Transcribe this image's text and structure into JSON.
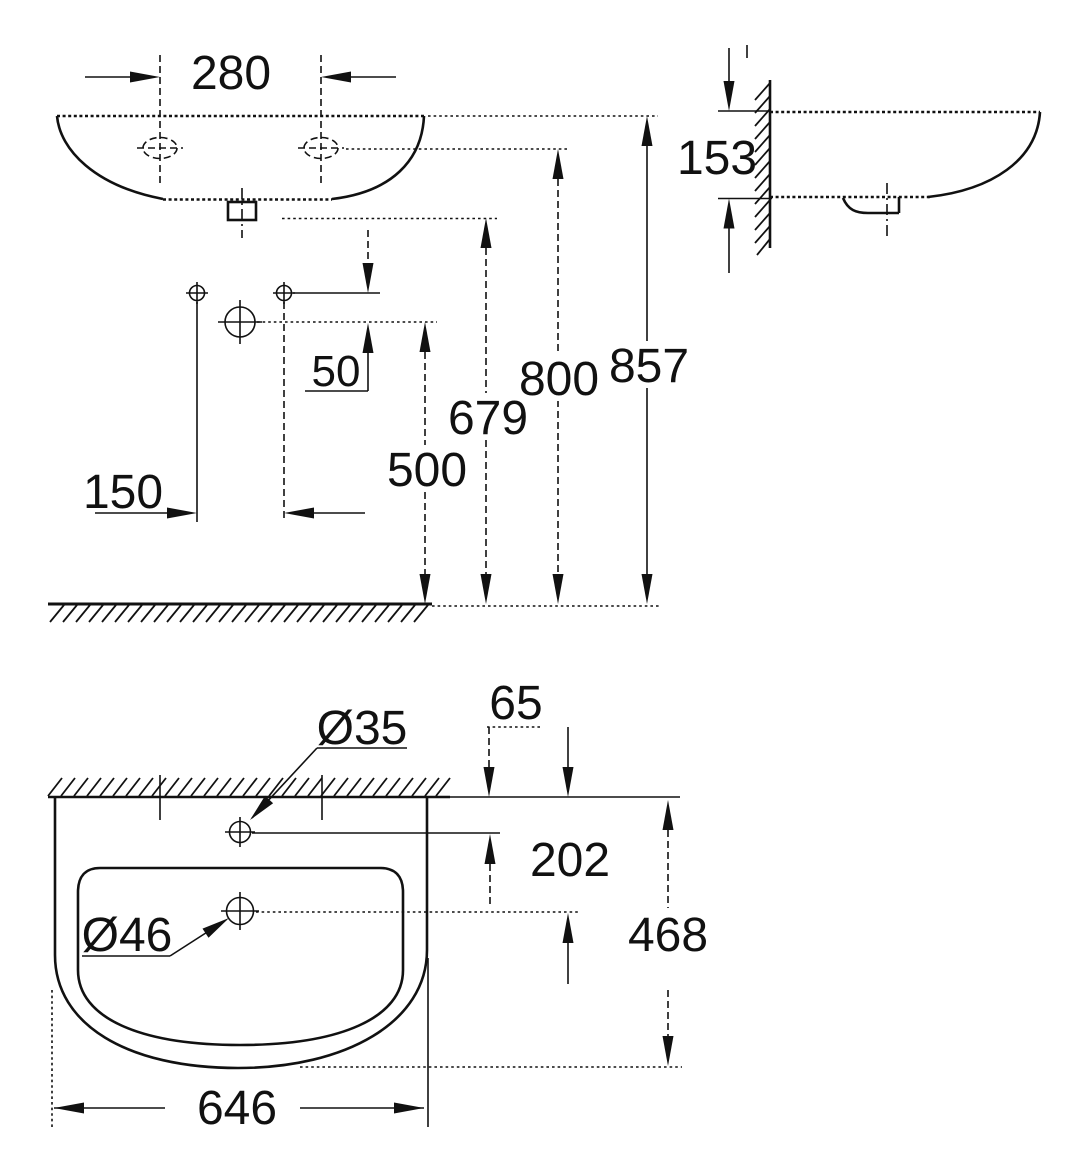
{
  "meta": {
    "drawing_type": "washbasin installation dimension drawing",
    "line_color": "#111111",
    "background_color": "#ffffff",
    "unit": "mm"
  },
  "dimensions": {
    "front": {
      "mounting_hole_spacing": "280",
      "supply_to_drain_offset": "50",
      "supply_spacing": "150",
      "drain_connection_height": "500",
      "basin_underside_height": "679",
      "mounting_hole_height": "800",
      "rim_height": "857"
    },
    "side": {
      "depth_at_wall": "153"
    },
    "plan": {
      "faucet_hole_diameter": "Ø35",
      "faucet_hole_to_wall": "65",
      "drain_to_wall": "202",
      "overall_depth": "468",
      "drain_hole_diameter": "Ø46",
      "overall_width": "646"
    }
  }
}
